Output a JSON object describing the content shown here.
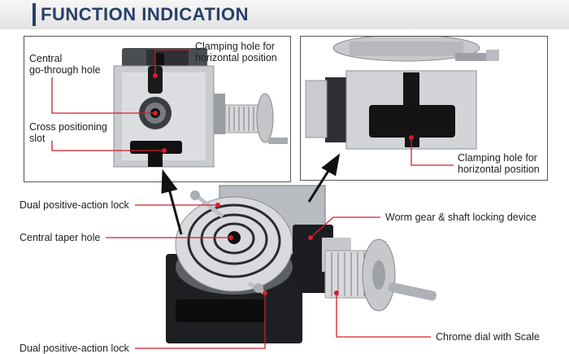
{
  "header": {
    "title": "FUNCTION INDICATION"
  },
  "left_panel": {
    "label_clamping_1": "Clamping hole for",
    "label_clamping_2": "horizontal position",
    "label_central_1": "Central",
    "label_central_2": "go-through hole",
    "label_cross_1": "Cross positioning",
    "label_cross_2": "slot"
  },
  "right_panel": {
    "label_clamping_1": "Clamping hole for",
    "label_clamping_2": "horizontal position"
  },
  "main": {
    "label_dual_top": "Dual positive-action lock",
    "label_central_taper": "Central taper hole",
    "label_dual_bottom": "Dual positive-action lock",
    "label_worm": "Worm gear & shaft locking device",
    "label_chrome": "Chrome dial with Scale"
  },
  "colors": {
    "title": "#27406b",
    "leader": "#d21e2b",
    "arrow": "#111111"
  }
}
